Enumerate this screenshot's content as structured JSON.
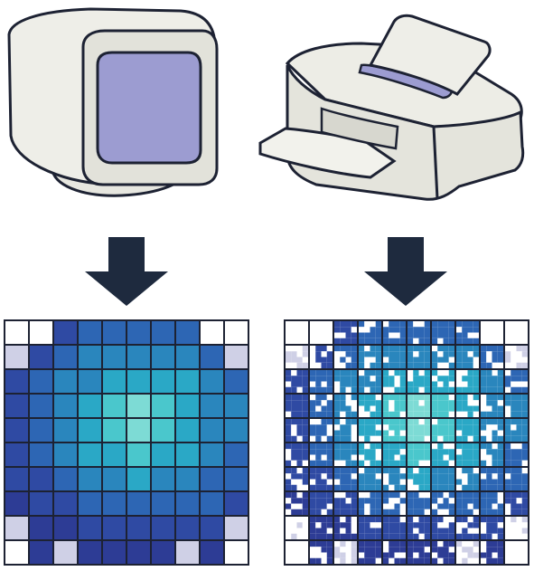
{
  "devices": [
    {
      "name": "monitor",
      "icon": "monitor-icon"
    },
    {
      "name": "printer",
      "icon": "printer-icon"
    }
  ],
  "grid": {
    "columns": 10,
    "rows": 10,
    "edge_color": "#ffffff",
    "ring_colors": [
      "#cfd0e6",
      "#2d3c95",
      "#2f4aa3",
      "#2d66b4",
      "#2a86bd",
      "#2aa8c6",
      "#4ac7cc",
      "#7ddbd5"
    ],
    "screen_fill": "#9c9cd1",
    "body_fill": "#e9e9e2",
    "outline_color": "#1d2233",
    "arrow_color": "#1e2a3e"
  }
}
